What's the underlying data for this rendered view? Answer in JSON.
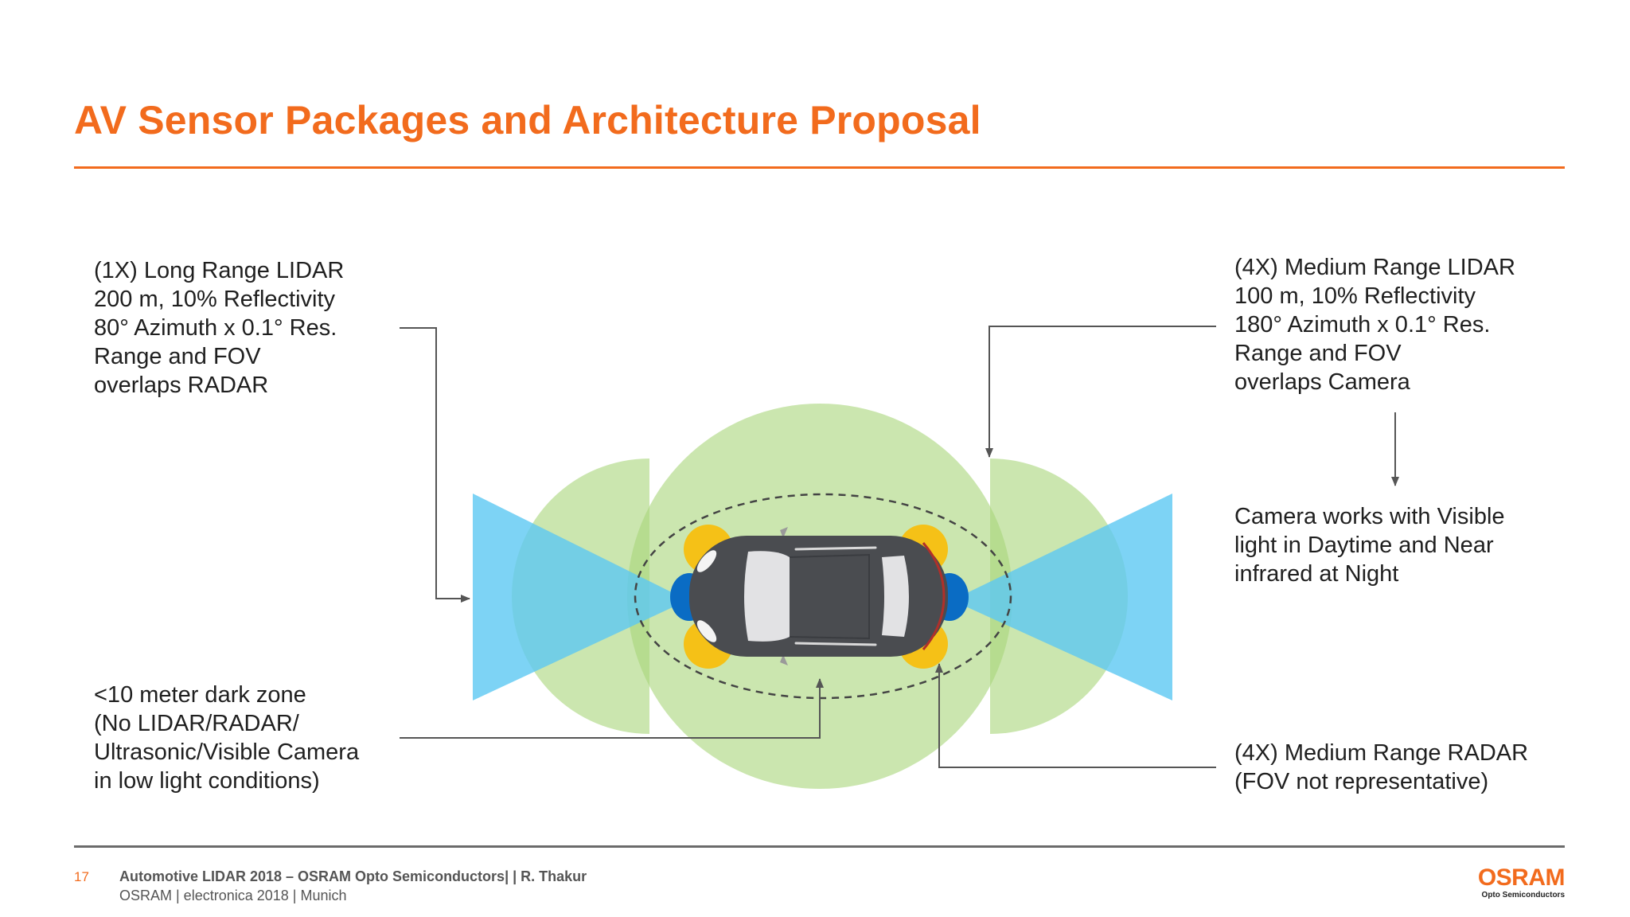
{
  "title": "AV Sensor Packages and Architecture Proposal",
  "labels": {
    "long_range_lidar": [
      "(1X) Long Range LIDAR",
      "200 m, 10% Reflectivity",
      "80° Azimuth x 0.1° Res.",
      "Range and FOV",
      "overlaps RADAR"
    ],
    "medium_range_lidar": [
      "(4X) Medium Range LIDAR",
      "100 m, 10% Reflectivity",
      "180° Azimuth x 0.1° Res.",
      "Range and FOV",
      "overlaps Camera"
    ],
    "camera": [
      "Camera works with Visible",
      "light in Daytime and Near",
      "infrared at Night"
    ],
    "dark_zone": [
      "<10 meter dark zone",
      "(No LIDAR/RADAR/",
      "Ultrasonic/Visible Camera",
      "in low light conditions)"
    ],
    "medium_range_radar": [
      "(4X) Medium Range RADAR",
      "(FOV not representative)"
    ]
  },
  "colors": {
    "accent": "#f26b1d",
    "lidar_green": "#a9d67a",
    "radar_blue": "#5cc8f2",
    "sensor_yellow": "#f5c117",
    "sensor_blue": "#0a6cc4",
    "car_body": "#4a4c50",
    "arrow": "#555555"
  },
  "footer": {
    "page_number": "17",
    "line1": "Automotive LIDAR 2018 – OSRAM Opto Semiconductors| | R. Thakur",
    "line2": "OSRAM | electronica 2018 | Munich",
    "logo_word": "OSRAM",
    "logo_sub": "Opto Semiconductors"
  }
}
